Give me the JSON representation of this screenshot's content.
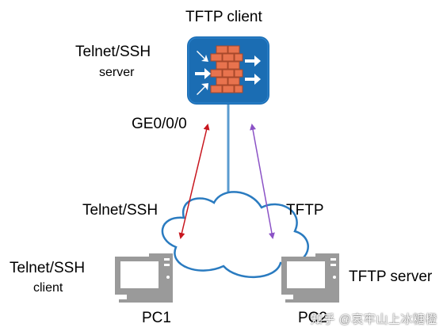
{
  "labels": {
    "tftp_client": "TFTP client",
    "telnet_ssh_server_line1": "Telnet/SSH",
    "telnet_ssh_server_line2": "server",
    "interface": "GE0/0/0",
    "telnet_ssh_link": "Telnet/SSH",
    "tftp_link": "TFTP",
    "telnet_ssh_client_line1": "Telnet/SSH",
    "telnet_ssh_client_line2": "client",
    "tftp_server": "TFTP server",
    "pc1": "PC1",
    "pc2": "PC2"
  },
  "watermark": "知乎 @哀牢山上冰糖橙",
  "icons": {
    "firewall": "firewall-icon",
    "cloud": "network-cloud-icon",
    "pc1": "desktop-computer-icon",
    "pc2": "desktop-computer-icon"
  },
  "colors": {
    "firewall_bg": "#1b6db3",
    "firewall_brick": "#e8734e",
    "link_line": "#5a9bd0",
    "cloud_stroke": "#2a7bc0",
    "telnet_arrow": "#c8161e",
    "tftp_arrow": "#8b52c6",
    "pc_gray": "#9a9a9a"
  }
}
